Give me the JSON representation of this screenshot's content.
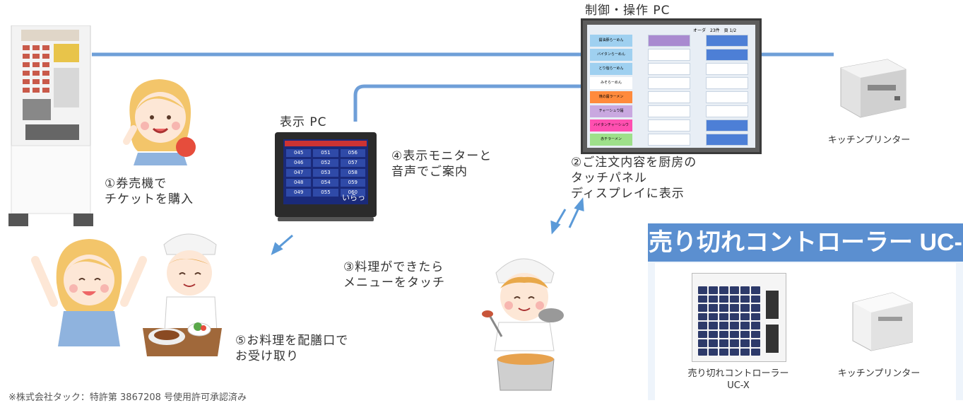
{
  "labels": {
    "ticket": "①券売機で\n チケットを購入",
    "display_pc": "表示 PC",
    "announce": "④表示モニターと\n音声でご案内",
    "control_pc": "制御・操作 PC",
    "order": "②ご注文内容を厨房の\n タッチパネル\n ディスプレイに表示",
    "printer": "キッチンプリンター",
    "cook": "③料理ができたら\n メニューをタッチ",
    "receive": "⑤お料理を配膳口で\n お受け取り",
    "footnote": "※株式会社タック：特許第 3867208 号使用許可承認済み"
  },
  "box": {
    "title": "売り切れコントローラー UC-X",
    "controller_label": "売り切れコントローラー\nUC-X",
    "printer_label": "キッチンプリンター"
  },
  "monitor": {
    "numbers": [
      "045",
      "051",
      "056",
      "046",
      "052",
      "057",
      "047",
      "053",
      "058",
      "048",
      "054",
      "059",
      "049",
      "055",
      "060"
    ],
    "footer": "いらっ"
  },
  "control_screen": {
    "header": "オーダ　23件　頁 1/2",
    "menu": [
      "醤油豚らーめん",
      "バイタンらーめん",
      "とり塩らーめん",
      "みそらーめん",
      "焼の醤ラーメン",
      "チャーシュウ麺",
      "バイタンチャーシュウ",
      "赤チラーメン"
    ],
    "menu_colors": [
      "#9fd0f0",
      "#9fd0f0",
      "#9fd0f0",
      "#ffffff",
      "#ff8a3c",
      "#c9a8e0",
      "#ff4fb0",
      "#9ee08a"
    ]
  },
  "colors": {
    "line": "#6f9fd8",
    "box_header": "#5b8fd0",
    "arrow": "#5b9ad8"
  }
}
